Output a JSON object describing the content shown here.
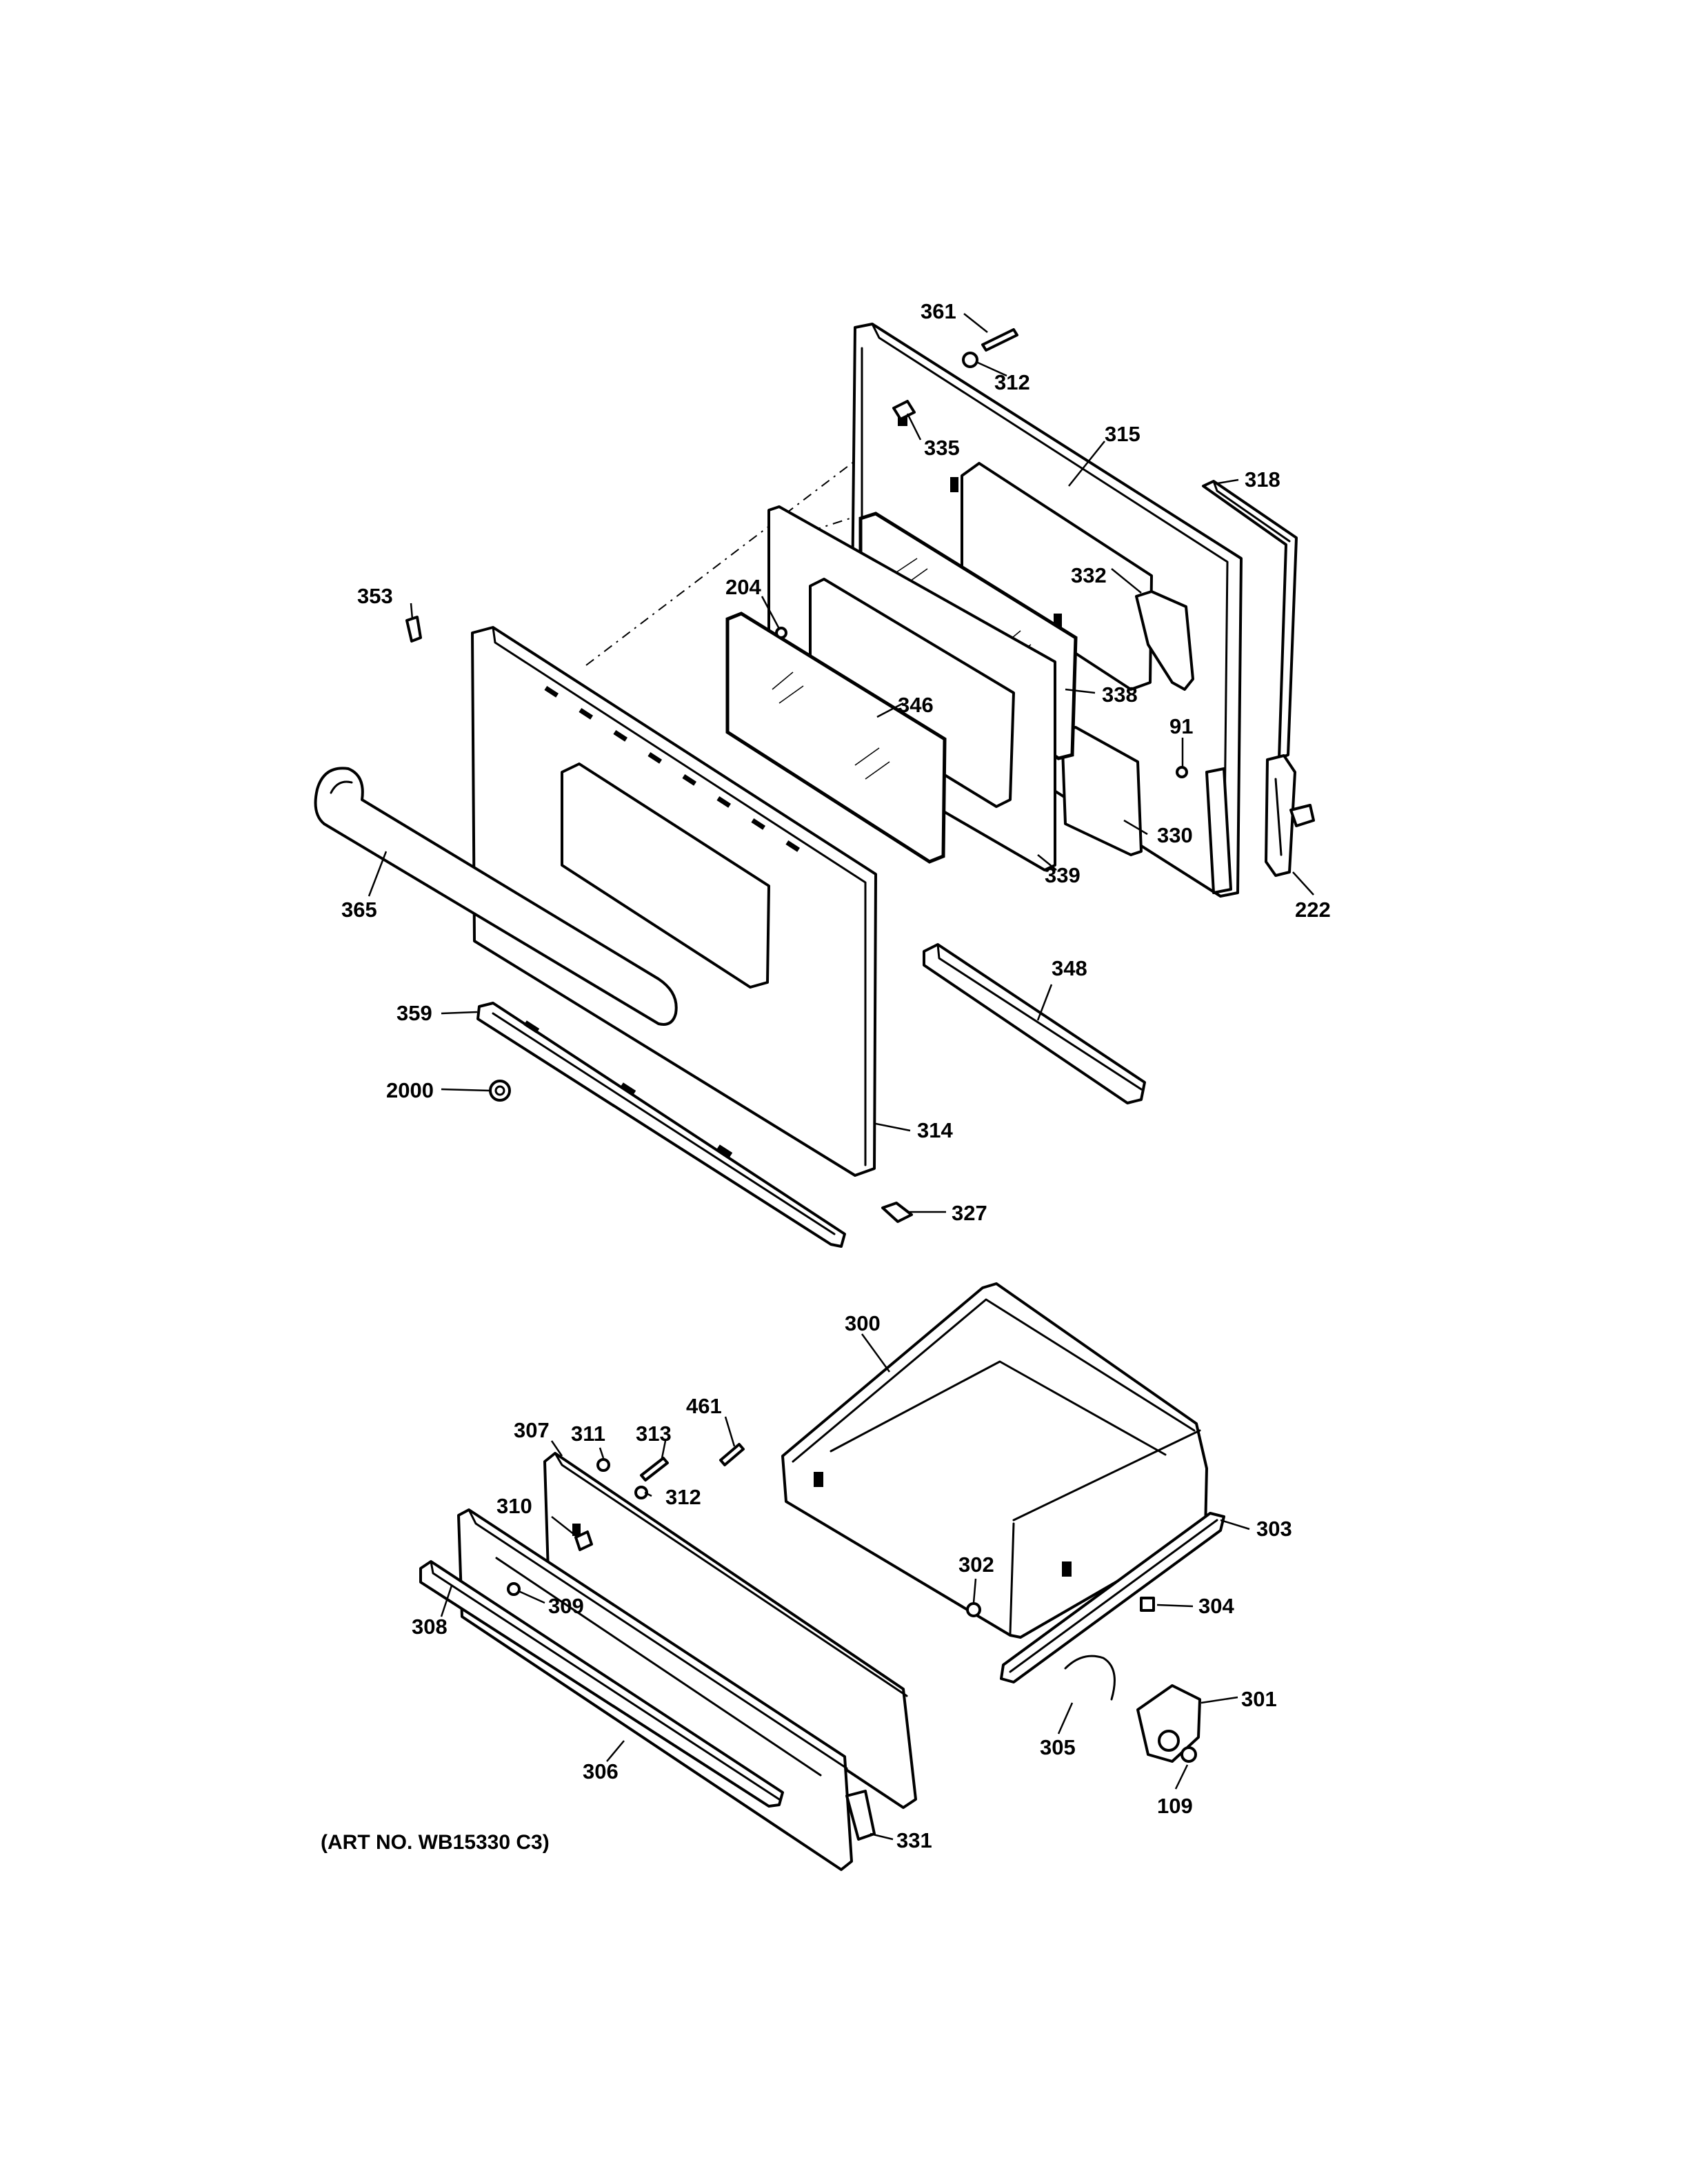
{
  "callouts": {
    "c361": "361",
    "c312a": "312",
    "c315": "315",
    "c335": "335",
    "c318": "318",
    "c353": "353",
    "c204": "204",
    "c332": "332",
    "c338": "338",
    "c346": "346",
    "c91": "91",
    "c330": "330",
    "c339": "339",
    "c222": "222",
    "c365": "365",
    "c348": "348",
    "c359": "359",
    "c2000": "2000",
    "c314": "314",
    "c327": "327",
    "c300": "300",
    "c461": "461",
    "c307": "307",
    "c311": "311",
    "c313": "313",
    "c312b": "312",
    "c310": "310",
    "c303": "303",
    "c302": "302",
    "c304": "304",
    "c309": "309",
    "c308": "308",
    "c301": "301",
    "c305": "305",
    "c306": "306",
    "c109": "109",
    "c331": "331"
  },
  "art_number": "(ART NO. WB15330 C3)"
}
